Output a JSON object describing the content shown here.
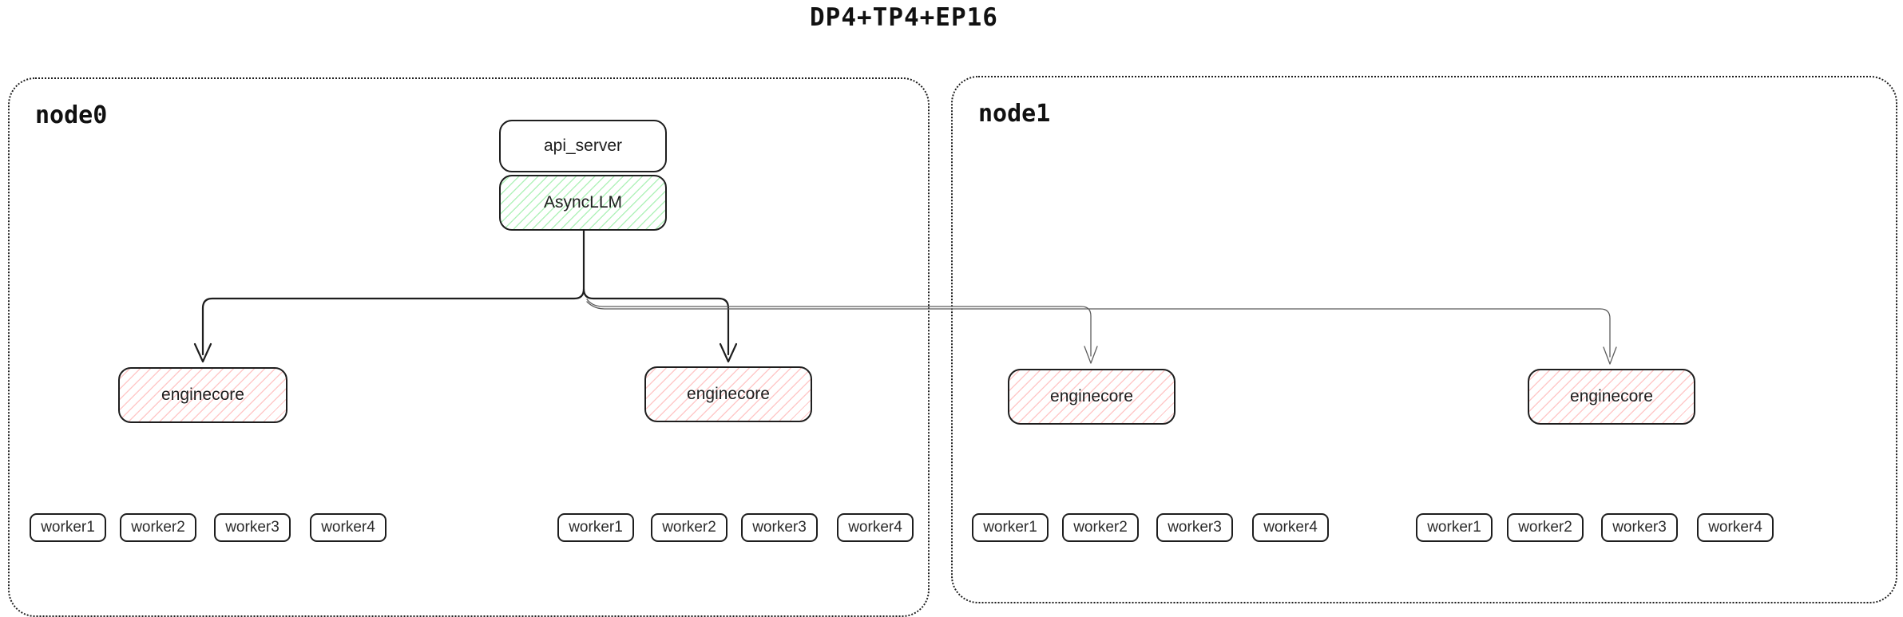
{
  "title": "DP4+TP4+EP16",
  "nodes": [
    {
      "label": "node0"
    },
    {
      "label": "node1"
    }
  ],
  "boxes": {
    "api_server": "api_server",
    "async_llm": "AsyncLLM",
    "enginecore": "enginecore"
  },
  "worker_labels": [
    "worker1",
    "worker2",
    "worker3",
    "worker4"
  ],
  "colors": {
    "stroke": "#1e1e1e",
    "green_hatch": "#b2f2bb",
    "red_hatch": "#ffc9c9",
    "thin_line": "#5c5c5c",
    "background": "#ffffff"
  }
}
